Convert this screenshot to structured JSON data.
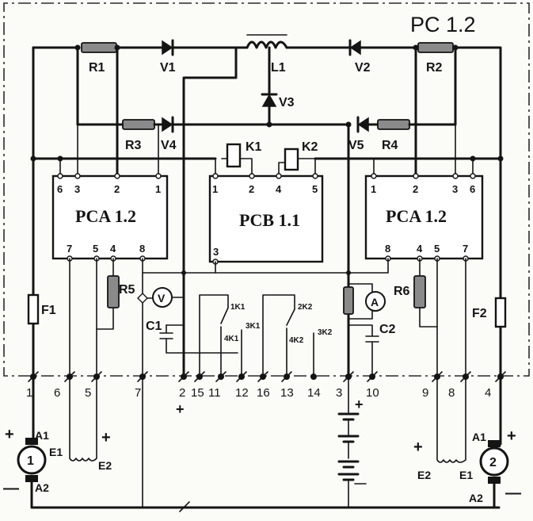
{
  "board_label": "PC 1.2",
  "modules": {
    "left": {
      "label": "PCA 1.2",
      "top_pins": [
        "6",
        "3",
        "2",
        "1"
      ],
      "bottom_pins": [
        "7",
        "5",
        "4",
        "8"
      ]
    },
    "center": {
      "label": "PCB 1.1",
      "top_pins": [
        "1",
        "2",
        "4",
        "5"
      ],
      "bottom_pins": [
        "3"
      ]
    },
    "right": {
      "label": "PCA 1.2",
      "top_pins": [
        "1",
        "2",
        "3",
        "6"
      ],
      "bottom_pins": [
        "8",
        "4",
        "5",
        "7"
      ]
    }
  },
  "components": {
    "R1": "R1",
    "R2": "R2",
    "R3": "R3",
    "R4": "R4",
    "R5": "R5",
    "R6": "R6",
    "V1": "V1",
    "V2": "V2",
    "V3": "V3",
    "V4": "V4",
    "V5": "V5",
    "L1": "L1",
    "K1": "K1",
    "K2": "K2",
    "C1": "C1",
    "C2": "C2",
    "F1": "F1",
    "F2": "F2",
    "voltmeter": "V",
    "ammeter": "A"
  },
  "relay_contacts": {
    "k1_common": "1K1",
    "k1_no": "3K1",
    "k1_nc": "4K1",
    "k2_common": "2K2",
    "k2_no": "3K2",
    "k2_nc": "4K2"
  },
  "terminals": [
    "1",
    "6",
    "5",
    "7",
    "2",
    "15",
    "11",
    "12",
    "16",
    "13",
    "14",
    "3",
    "10",
    "9",
    "8",
    "4"
  ],
  "motors": {
    "m1": {
      "number": "1",
      "a1": "A1",
      "a2": "A2",
      "e1": "E1",
      "e2": "E2"
    },
    "m2": {
      "number": "2",
      "a1": "A1",
      "a2": "A2",
      "e1": "E1",
      "e2": "E2"
    }
  },
  "signs": {
    "plus": "+",
    "minus": "—"
  }
}
